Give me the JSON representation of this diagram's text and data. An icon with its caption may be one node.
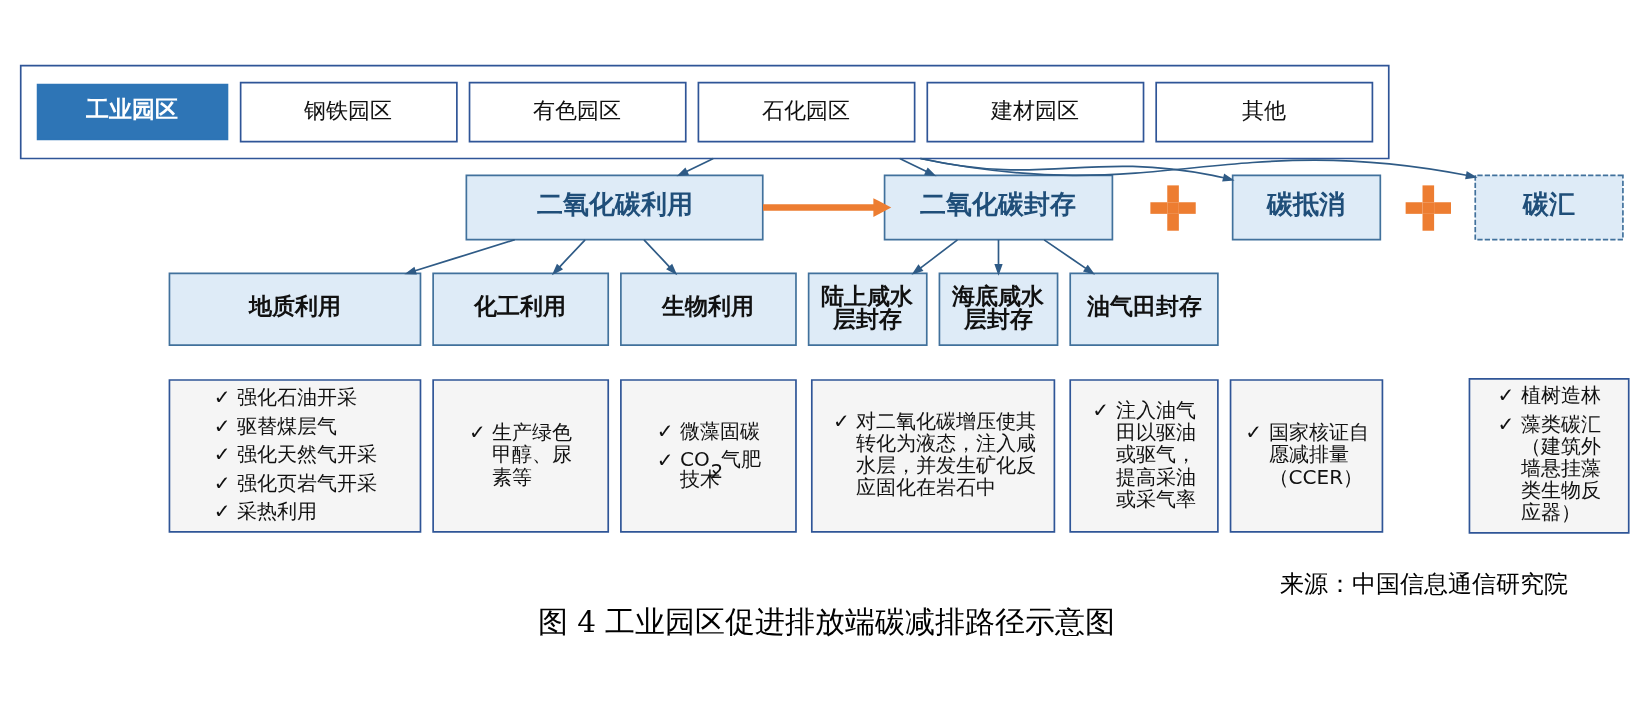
{
  "diagram": {
    "caption": "图 4 工业园区促进排放端碳减排路径示意图",
    "nodes": [
      {
        "text": [],
        "shape": "box"
      },
      {
        "text": [
          "工业园区"
        ],
        "in": 0
      },
      {
        "text": [
          "钢铁园区"
        ],
        "in": 0
      },
      {
        "text": [
          "有色园区"
        ],
        "in": 0
      },
      {
        "text": [
          "石化园区"
        ],
        "in": 0
      },
      {
        "text": [
          "建材园区"
        ],
        "in": 0
      },
      {
        "text": [
          "其他"
        ],
        "in": 0
      },
      {
        "text": [
          "二氧化碳利用"
        ]
      },
      {
        "text": [
          "二氧化碳封存"
        ]
      },
      {
        "text": [
          "碳抵消"
        ]
      },
      {
        "text": [
          "碳汇"
        ]
      },
      {
        "text": [
          "地质利用"
        ]
      },
      {
        "text": [
          "化工利用"
        ]
      },
      {
        "text": [
          "生物利用"
        ]
      },
      {
        "text": [
          "陆上咸水层封存"
        ]
      },
      {
        "text": [
          "海底咸水层封存"
        ]
      },
      {
        "text": [
          "油气田封存"
        ]
      },
      {
        "text": [
          "✓ 强化石油开采",
          "✓ 驱替煤层气",
          "✓ 强化天然气开采",
          "✓ 强化页岩气开采",
          "✓ 采热利用"
        ]
      },
      {
        "text": [
          "✓ 生产绿色甲醇、尿素等"
        ]
      },
      {
        "text": [
          "✓ 微藻固碳",
          "✓ CO$_{2}$气肥技术"
        ]
      },
      {
        "text": [
          "✓ 对二氧化碳增压使其转化为液态，注入咸水层，并发生矿化反应固化在岩石中"
        ]
      },
      {
        "text": [
          "✓ 注入油气田以驱油或驱气，提高采油或采气率"
        ]
      },
      {
        "text": [
          "✓ 国家核证自愿减排量（CCER）"
        ]
      },
      {
        "text": [
          "✓ 植树造林",
          "✓ 藻类碳汇（建筑外墙悬挂藻类生物反应器）"
        ]
      }
    ],
    "edges": [
      {
        "from": 0,
        "to": 7,
        "arrow": "to"
      },
      {
        "from": 0,
        "to": 8,
        "arrow": "to"
      },
      {
        "from": 0,
        "to": 9,
        "arrow": "to"
      },
      {
        "from": 0,
        "to": 10,
        "arrow": "to"
      },
      {
        "from": 7,
        "to": 8,
        "arrow": "to",
        "style": "thick",
        "color": "#ed7d31"
      },
      {
        "from": 7,
        "to": 11,
        "arrow": "to"
      },
      {
        "from": 7,
        "to": 12,
        "arrow": "to"
      },
      {
        "from": 7,
        "to": 13,
        "arrow": "to"
      },
      {
        "from": 8,
        "to": 14,
        "arrow": "to"
      },
      {
        "from": 8,
        "to": 15,
        "arrow": "to"
      },
      {
        "from": 8,
        "to": 16,
        "arrow": "to"
      }
    ],
    "labels": [
      "来源：中国信息通信研究院"
    ]
  }
}
